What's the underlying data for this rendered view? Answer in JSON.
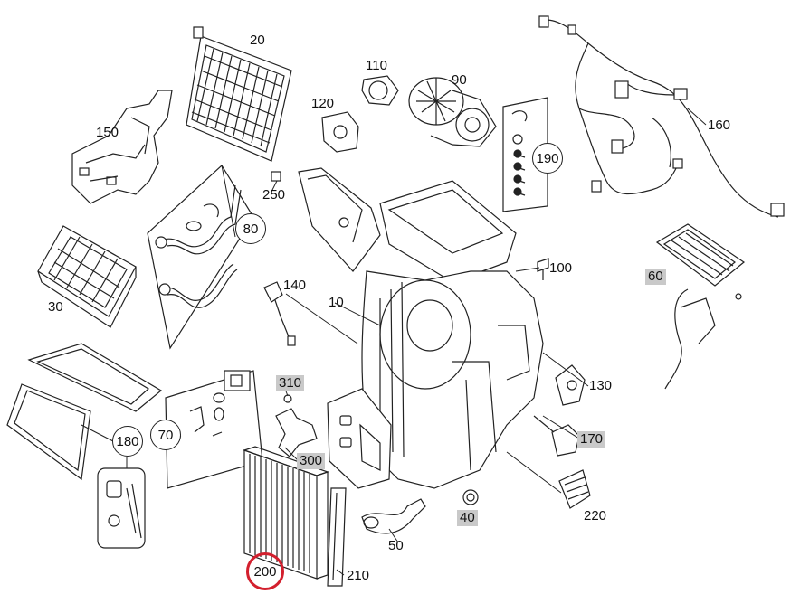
{
  "parts": {
    "p20": "20",
    "p110": "110",
    "p90": "90",
    "p120": "120",
    "p150": "150",
    "p190": "190",
    "p160": "160",
    "p250": "250",
    "p80": "80",
    "p30": "30",
    "p10": "10",
    "p140": "140",
    "p100": "100",
    "p60": "60",
    "p130": "130",
    "p310": "310",
    "p180": "180",
    "p70": "70",
    "p300": "300",
    "p170": "170",
    "p40": "40",
    "p220": "220",
    "p50": "50",
    "p200": "200",
    "p210": "210"
  },
  "highlighted_parts": [
    "310",
    "300",
    "170",
    "40",
    "60"
  ],
  "selected_part": "200",
  "colors": {
    "selected_ring": "#d3202e",
    "highlight": "#c9c9c9",
    "line": "#222222"
  }
}
